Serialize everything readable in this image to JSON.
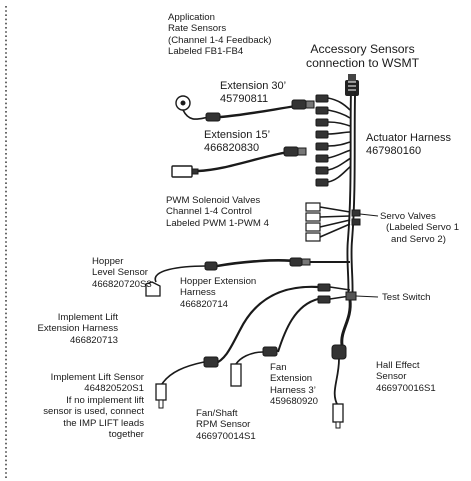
{
  "labels": {
    "app_rate": [
      "Application",
      "Rate Sensors",
      "(Channel 1-4 Feedback)",
      "Labeled FB1-FB4"
    ],
    "accessory": [
      "Accessory Sensors",
      "connection to WSMT"
    ],
    "ext30": [
      "Extension 30’",
      "45790811"
    ],
    "ext15": [
      "Extension 15’",
      "466820830"
    ],
    "actuator": [
      "Actuator Harness",
      "467980160"
    ],
    "pwm": [
      "PWM Solenoid Valves",
      "Channel 1-4 Control",
      "Labeled PWM 1-PWM 4"
    ],
    "servo": [
      "Servo Valves",
      "(Labeled Servo 1",
      "and Servo 2)"
    ],
    "hopper_level": [
      "Hopper",
      "Level Sensor",
      "466820720S3"
    ],
    "hopper_ext": [
      "Hopper Extension",
      "Harness",
      "466820714"
    ],
    "test_switch": [
      "Test Switch"
    ],
    "impl_lift_ext": [
      "Implement Lift",
      "Extension Harness",
      "466820713"
    ],
    "impl_lift_sensor": [
      "Implement Lift Sensor",
      "464820520S1",
      "If no implement lift",
      "sensor is used, connect",
      "the IMP LIFT leads",
      "together"
    ],
    "fan_ext": [
      "Fan",
      "Extension",
      "Harness 3’",
      "459680920"
    ],
    "fan_rpm": [
      "Fan/Shaft",
      "RPM Sensor",
      "466970014S1"
    ],
    "hall": [
      "Hall Effect",
      "Sensor",
      "466970016S1"
    ]
  }
}
